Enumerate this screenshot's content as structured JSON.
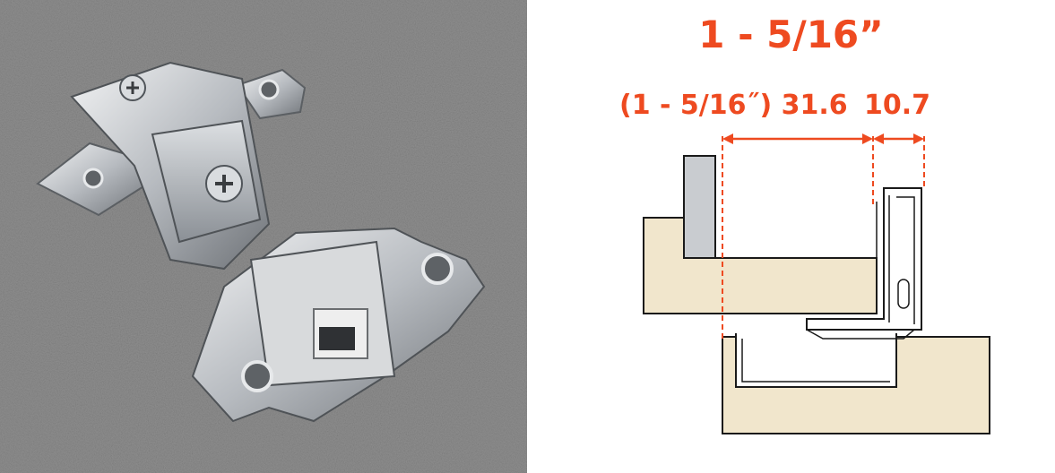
{
  "colors": {
    "accent": "#ee4a20",
    "wood": "#f1e6cc",
    "wood_outline": "#1a1a1a",
    "metal": "#c9ccd0",
    "photo_background": "#8f8f8f"
  },
  "photo": {
    "subject": "concealed cabinet hinge with face frame mounting plate"
  },
  "diagram": {
    "title": "1 - 5/16”",
    "dimension_label_main": "(1 - 5/16˝) 31.6",
    "dimension_label_side": "10.7",
    "dimension_main_mm": 31.6,
    "dimension_side_mm": 10.7
  }
}
